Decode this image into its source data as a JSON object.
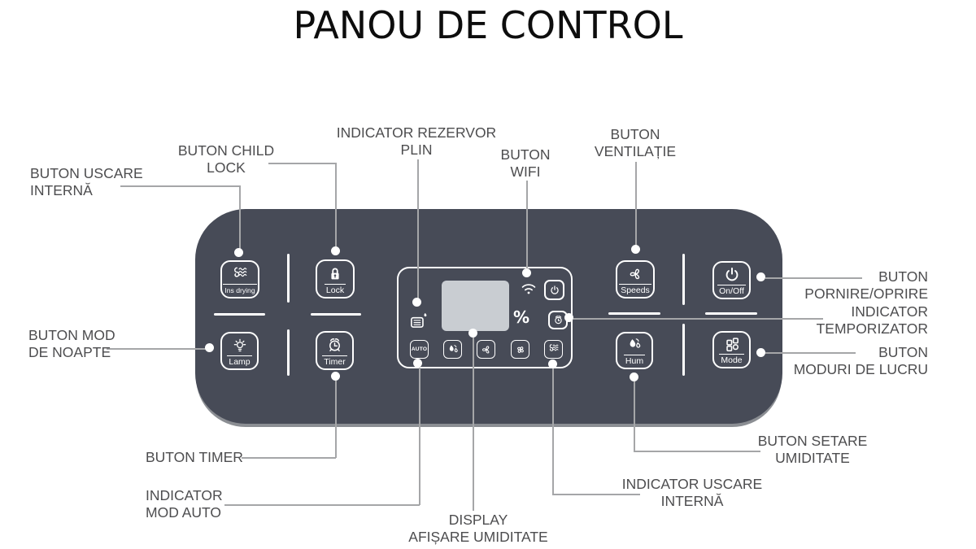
{
  "title": "PANOU DE CONTROL",
  "panel": {
    "buttons": [
      {
        "id": "ins-drying",
        "label": "Ins drying"
      },
      {
        "id": "lock",
        "label": "Lock"
      },
      {
        "id": "lamp",
        "label": "Lamp"
      },
      {
        "id": "timer",
        "label": "Timer"
      },
      {
        "id": "speeds",
        "label": "Speeds"
      },
      {
        "id": "onoff",
        "label": "On/Off"
      },
      {
        "id": "hum",
        "label": "Hum"
      },
      {
        "id": "mode",
        "label": "Mode"
      }
    ],
    "display": {
      "percent_symbol": "%",
      "auto_label": "AUTO"
    },
    "icons": [
      "internal-drying-icon",
      "lock-icon",
      "lamp-icon",
      "alarm-clock-icon",
      "fan-speeds-icon",
      "power-icon",
      "humidity-drops-icon",
      "mode-grid-icon",
      "tank-full-icon",
      "wifi-icon",
      "timer-indicator-icon",
      "auto-mode-indicator",
      "dehumidify-mode-icon",
      "fan-mode-icon",
      "ventilation-mode-icon",
      "internal-drying-indicator-icon"
    ]
  },
  "labels": {
    "uscare_interna": "BUTON USCARE\nINTERNĂ",
    "child_lock": "BUTON CHILD\nLOCK",
    "rezervor_plin": "INDICATOR REZERVOR\nPLIN",
    "wifi": "BUTON\nWIFI",
    "ventilatie": "BUTON\nVENTILAȚIE",
    "pornire_oprire": "BUTON\nPORNIRE/OPRIRE",
    "temporizator": "INDICATOR\nTEMPORIZATOR",
    "moduri_lucru": "BUTON\nMODURI DE LUCRU",
    "mod_noapte": "BUTON MOD\nDE NOAPTE",
    "buton_timer": "BUTON TIMER",
    "mod_auto": "INDICATOR\nMOD AUTO",
    "display_umiditate": "DISPLAY\nAFIȘARE UMIDITATE",
    "uscare_interna_indicator": "INDICATOR USCARE\nINTERNĂ",
    "setare_umiditate": "BUTON SETARE\nUMIDITATE"
  },
  "colors": {
    "panel_background": "#474b57",
    "panel_rim": "#8b8e93",
    "screen": "#c9cdd2",
    "label_text": "#4d4d4f",
    "connector_line": "#a5a6a8",
    "title_text": "#0d0d0d",
    "icon_white": "#ffffff"
  }
}
